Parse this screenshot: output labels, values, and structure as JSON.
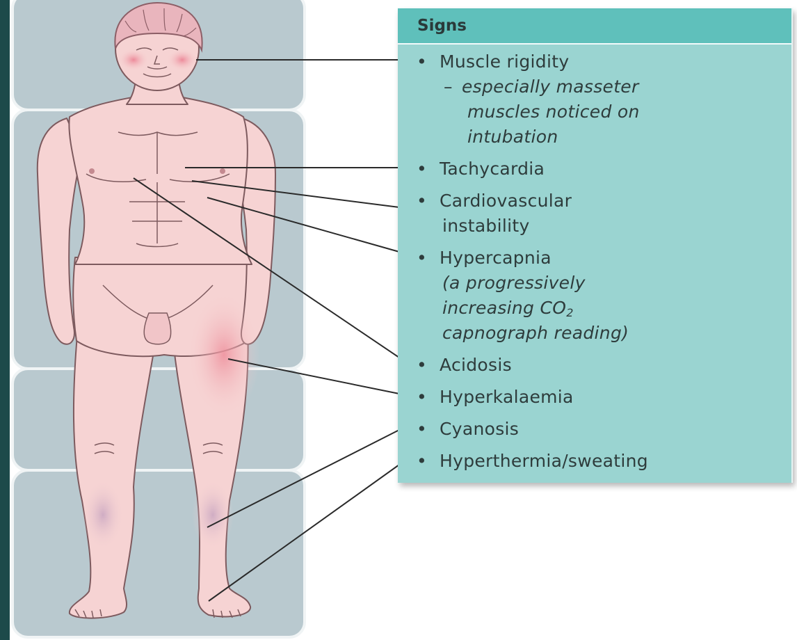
{
  "panel": {
    "title": "Signs",
    "items": [
      {
        "label": "Muscle rigidity",
        "sub": [
          "especially masseter",
          "muscles noticed on",
          "intubation"
        ]
      },
      {
        "label": "Tachycardia"
      },
      {
        "label": "Cardiovascular",
        "cont": [
          "instability"
        ]
      },
      {
        "label": "Hypercapnia",
        "cont": [
          "(a progressively",
          "increasing CO",
          "capnograph reading)"
        ],
        "subscript": "2"
      },
      {
        "label": "Acidosis"
      },
      {
        "label": "Hyperkalaemia"
      },
      {
        "label": "Cyanosis"
      },
      {
        "label": "Hyperthermia/sweating"
      }
    ],
    "bullet": "•",
    "dash": "–"
  },
  "colors": {
    "panel_bg": "#9ad4d1",
    "panel_header": "#5fc0bb",
    "bed": "#b9c9cf",
    "skin": "#f6d3d3",
    "skin_outline": "#7d5a5e",
    "edge_bar": "#1d4a4a",
    "leader_line": "#2a2a2a"
  }
}
